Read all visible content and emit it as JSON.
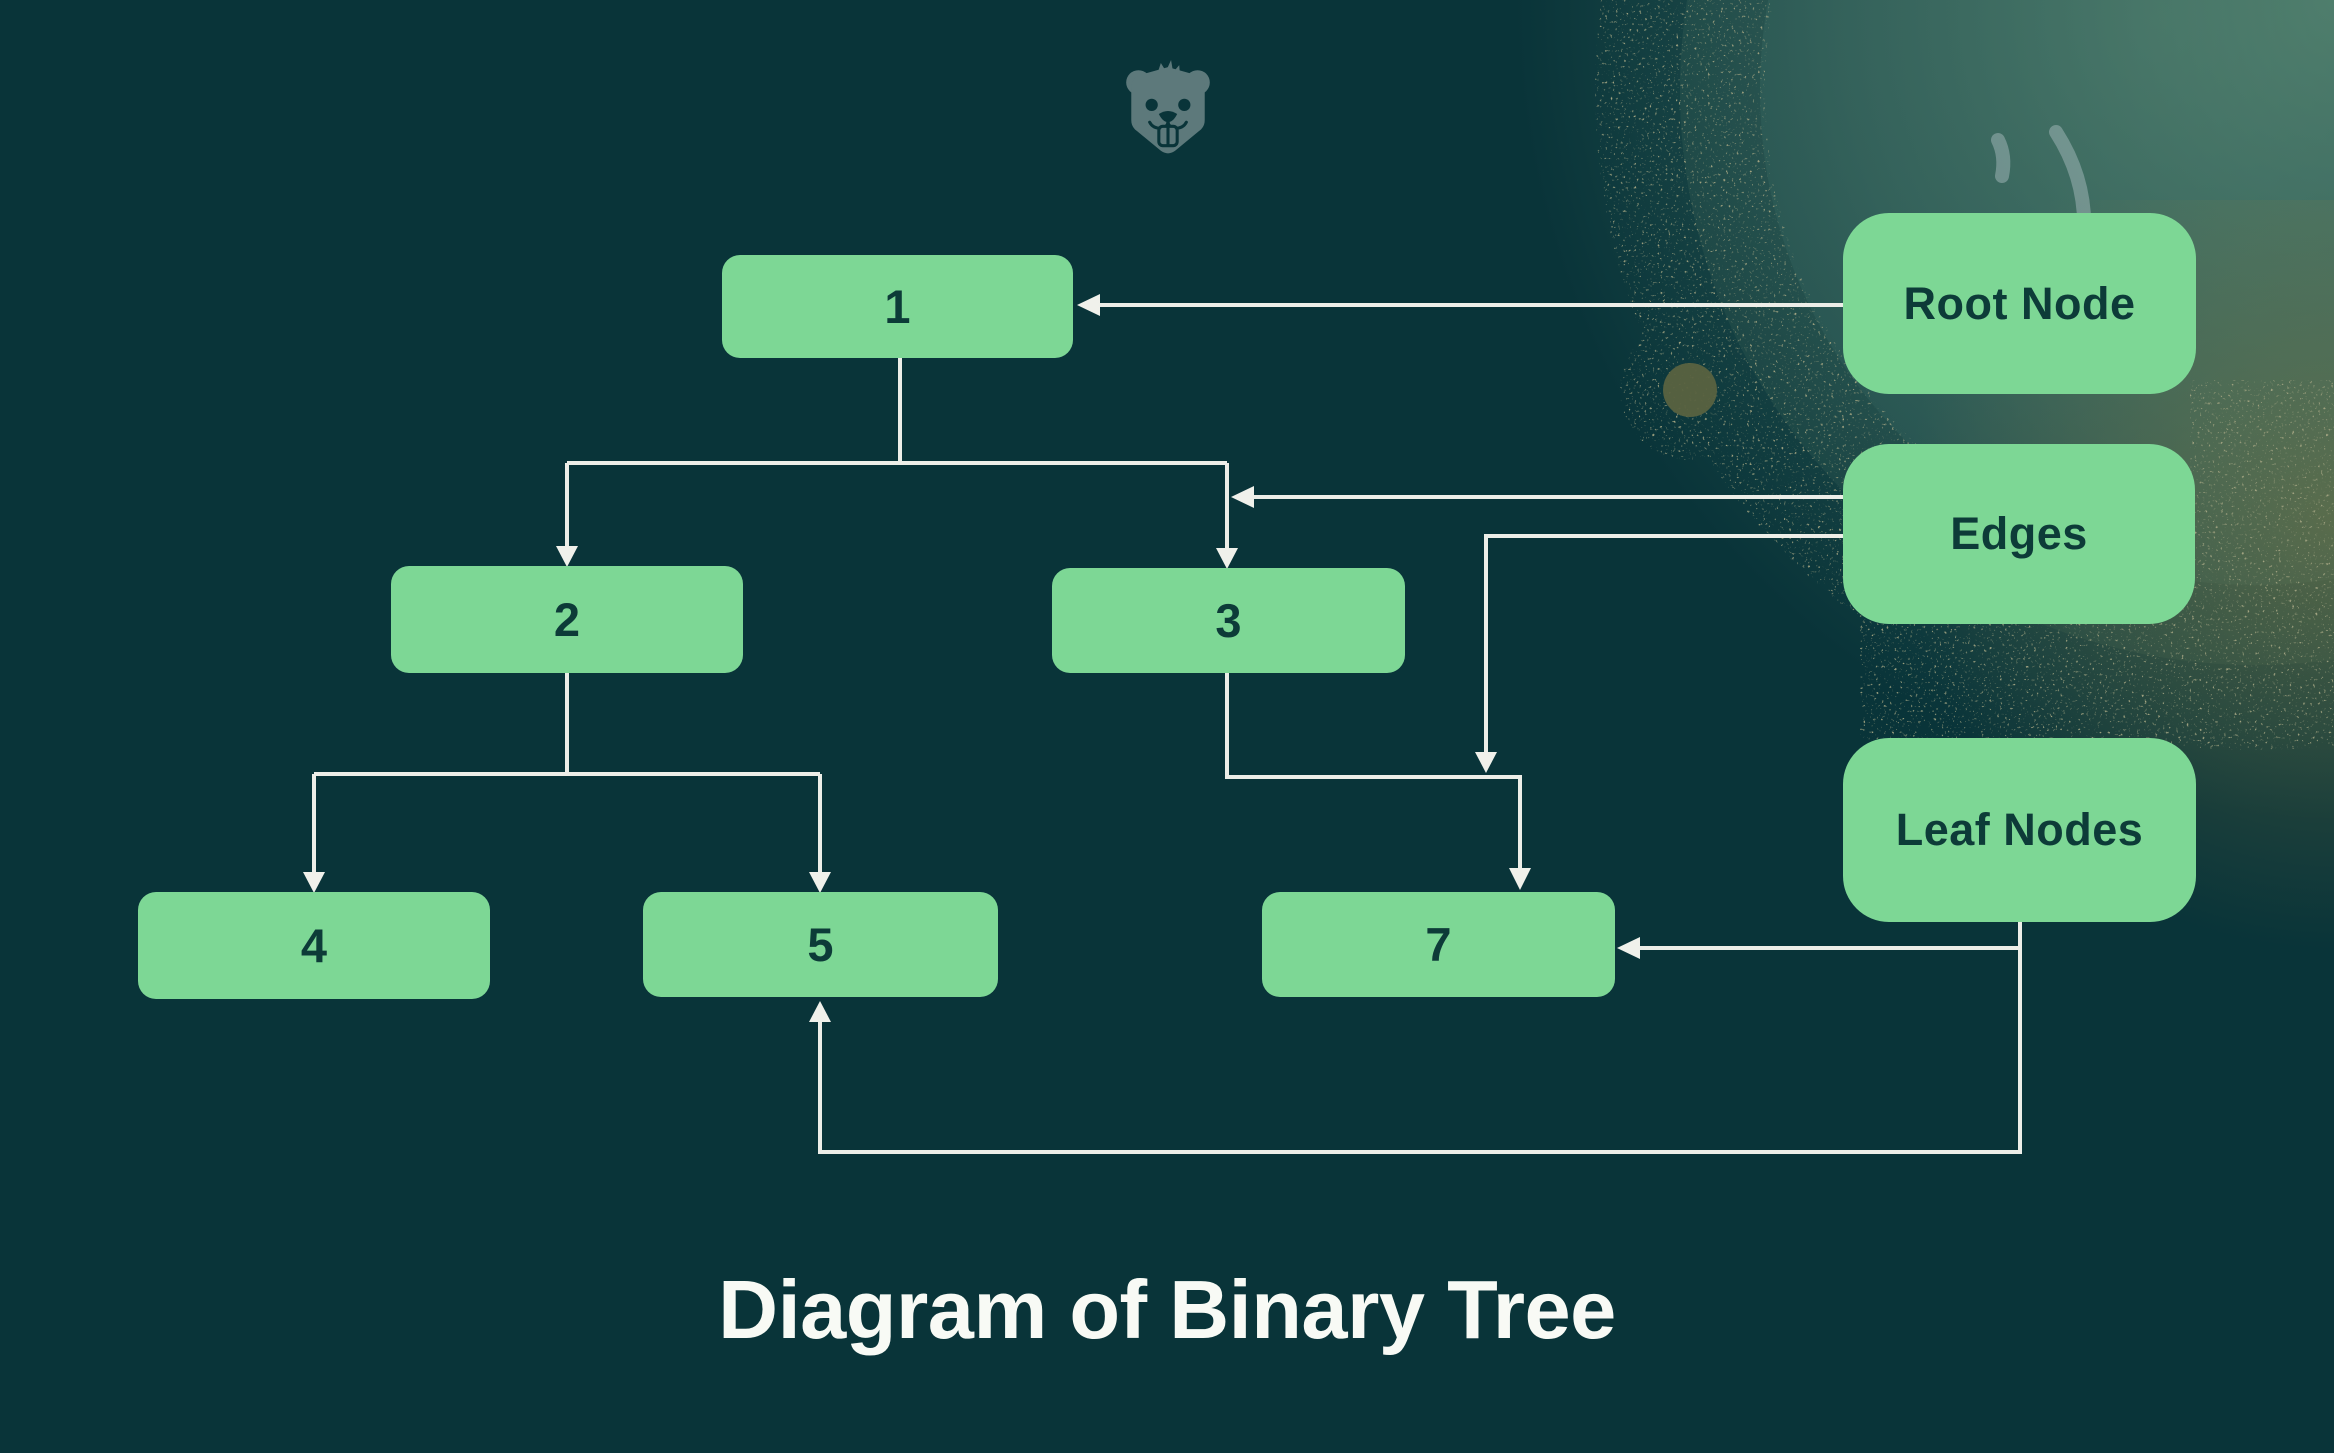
{
  "page": {
    "background_color": "#093439",
    "logo_icon": "beaver-mascot-icon"
  },
  "diagram": {
    "title": "Diagram of Binary Tree",
    "nodes": {
      "n1": {
        "label": "1"
      },
      "n2": {
        "label": "2"
      },
      "n3": {
        "label": "3"
      },
      "n4": {
        "label": "4"
      },
      "n5": {
        "label": "5"
      },
      "n7": {
        "label": "7"
      }
    },
    "tree_edges": [
      [
        "1",
        "2"
      ],
      [
        "1",
        "3"
      ],
      [
        "2",
        "4"
      ],
      [
        "2",
        "5"
      ],
      [
        "3",
        "7"
      ]
    ],
    "annotations": {
      "root_node": {
        "label": "Root Node",
        "arrow_points_to": "node 1"
      },
      "edges": {
        "label": "Edges",
        "arrow_points_to": [
          "edge 1-3",
          "edge 3-7"
        ]
      },
      "leaf_nodes": {
        "label": "Leaf Nodes",
        "arrow_points_to": [
          "node 7",
          "node 5"
        ]
      }
    },
    "colors": {
      "node_fill": "#7DD795",
      "node_text": "#0D3B38",
      "connector_line": "#EDEEE8",
      "background": "#093439",
      "title_text": "#F8FAF5",
      "logo": "#5D797B"
    }
  }
}
